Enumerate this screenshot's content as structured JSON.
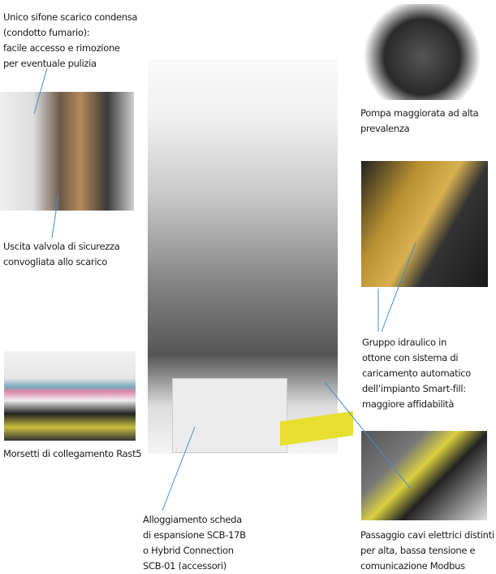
{
  "callouts": {
    "siphon": "Unico sifone scarico condensa\n(condotto fumario):\nfacile accesso e rimozione\nper eventuale pulizia",
    "valve": "Uscita valvola di sicurezza\nconvogliata allo scarico",
    "terminals": "Morsetti di collegamento Rast5",
    "pump": "Pompa maggiorata ad alta\nprevalenza",
    "hydraulic": "Gruppo idraulico in\nottone con sistema di\ncaricamento automatico\ndell’impianto Smart-fill:\nmaggiore affidabilità",
    "board": "Alloggiamento scheda\ndi espansione SCB-17B\no Hybrid Connection\nSCB-01 (accessori)",
    "cables": "Passaggio cavi elettrici distinti\nper alta, bassa tensione e\ncomunicazione Modbus"
  },
  "colors": {
    "leader": "#3a8fd6",
    "accent_yellow": "#e8e030"
  }
}
